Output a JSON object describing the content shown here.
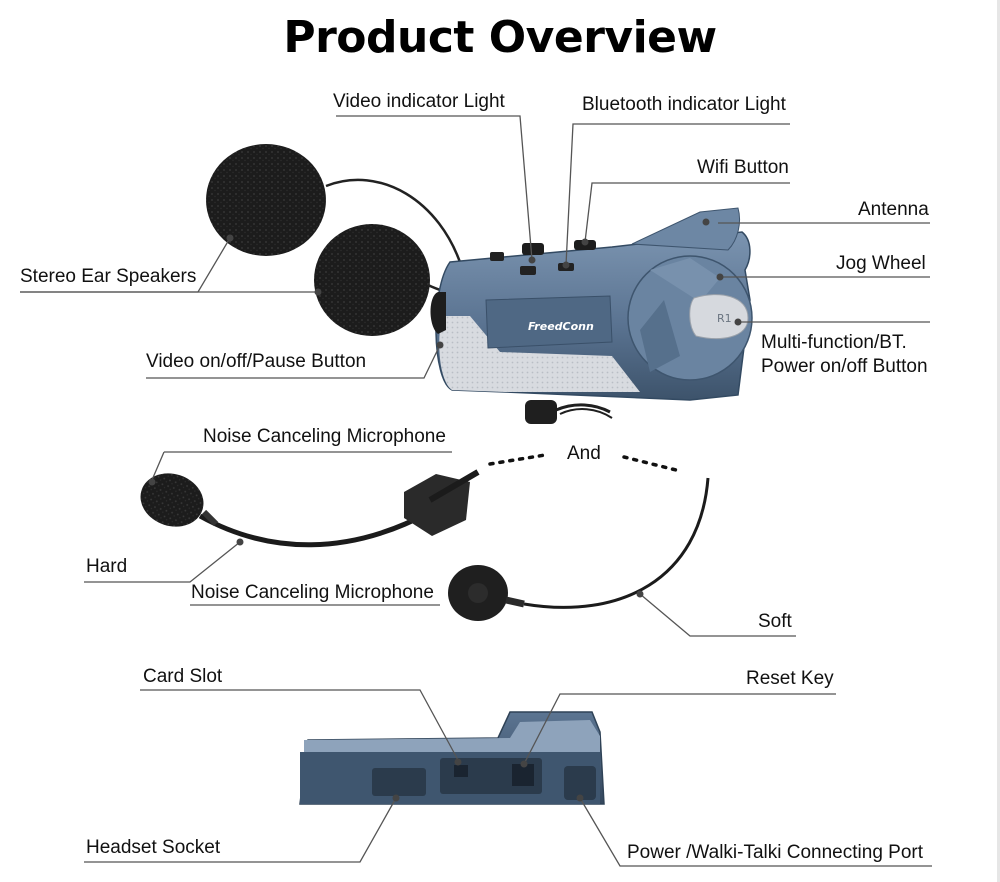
{
  "title": "Product Overview",
  "brand_logo": "FreedConn",
  "labels": {
    "video_indicator": "Video indicator Light",
    "bluetooth_indicator": "Bluetooth indicator Light",
    "wifi_button": "Wifi Button",
    "antenna": "Antenna",
    "jog_wheel": "Jog Wheel",
    "multifunction_line1": "Multi-function/BT.",
    "multifunction_line2": "Power on/off Button",
    "stereo_speakers": "Stereo Ear Speakers",
    "video_button": "Video on/off/Pause Button",
    "noise_mic_top": "Noise Canceling Microphone",
    "and": "And",
    "hard": "Hard",
    "noise_mic_bottom": "Noise Canceling Microphone",
    "soft": "Soft",
    "card_slot": "Card Slot",
    "reset_key": "Reset Key",
    "headset_socket": "Headset Socket",
    "power_port": "Power /Walki-Talki Connecting Port"
  },
  "colors": {
    "device_body": "#5f7894",
    "device_dark": "#3f5670",
    "device_panel": "#d9dde2",
    "foam": "#1a1a1a",
    "leader_line": "#555555"
  }
}
